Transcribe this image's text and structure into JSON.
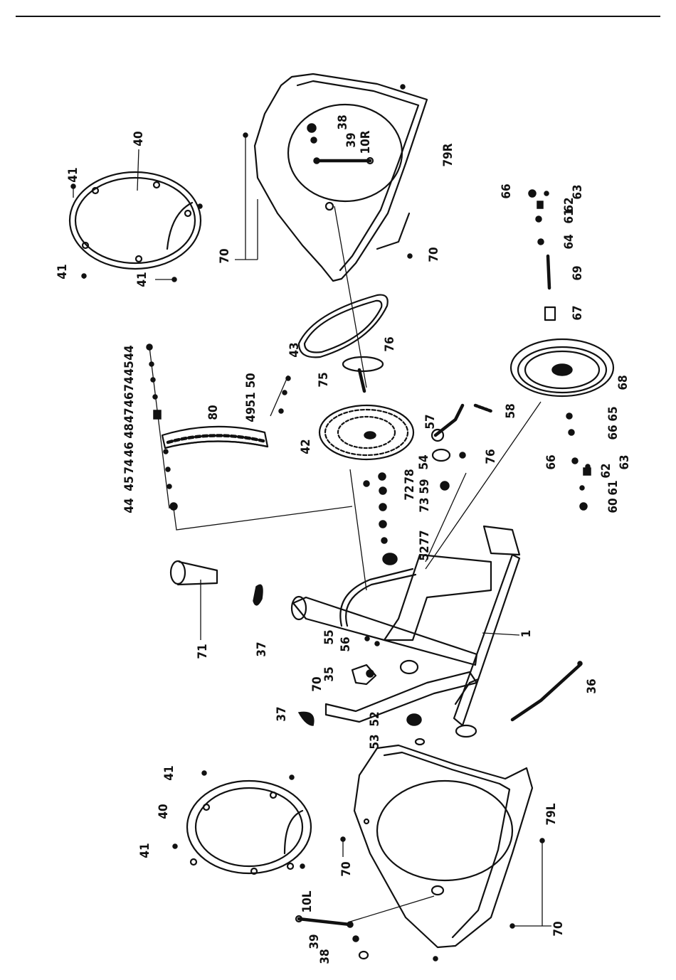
{
  "diagram": {
    "labels": [
      {
        "id": "l40a",
        "text": "40"
      },
      {
        "id": "l41a",
        "text": "41"
      },
      {
        "id": "l41b",
        "text": "41"
      },
      {
        "id": "l41c",
        "text": "41"
      },
      {
        "id": "l70a",
        "text": "70"
      },
      {
        "id": "l38a",
        "text": "38"
      },
      {
        "id": "l39a",
        "text": "39"
      },
      {
        "id": "l10R",
        "text": "10R"
      },
      {
        "id": "l79R",
        "text": "79R"
      },
      {
        "id": "l70b",
        "text": "70"
      },
      {
        "id": "l66a",
        "text": "66"
      },
      {
        "id": "l63a",
        "text": "63"
      },
      {
        "id": "l62a",
        "text": "62"
      },
      {
        "id": "l61a",
        "text": "61"
      },
      {
        "id": "l64",
        "text": "64"
      },
      {
        "id": "l69",
        "text": "69"
      },
      {
        "id": "l67",
        "text": "67"
      },
      {
        "id": "l68",
        "text": "68"
      },
      {
        "id": "l44a",
        "text": "44"
      },
      {
        "id": "l45a",
        "text": "45"
      },
      {
        "id": "l74a",
        "text": "74"
      },
      {
        "id": "l46a",
        "text": "46"
      },
      {
        "id": "l47",
        "text": "47"
      },
      {
        "id": "l48",
        "text": "48"
      },
      {
        "id": "l46b",
        "text": "46"
      },
      {
        "id": "l74b",
        "text": "74"
      },
      {
        "id": "l45b",
        "text": "45"
      },
      {
        "id": "l44b",
        "text": "44"
      },
      {
        "id": "l80",
        "text": "80"
      },
      {
        "id": "l50",
        "text": "50"
      },
      {
        "id": "l51",
        "text": "51"
      },
      {
        "id": "l49",
        "text": "49"
      },
      {
        "id": "l43",
        "text": "43"
      },
      {
        "id": "l76a",
        "text": "76"
      },
      {
        "id": "l75",
        "text": "75"
      },
      {
        "id": "l42",
        "text": "42"
      },
      {
        "id": "l57",
        "text": "57"
      },
      {
        "id": "l58",
        "text": "58"
      },
      {
        "id": "l76b",
        "text": "76"
      },
      {
        "id": "l54",
        "text": "54"
      },
      {
        "id": "l78",
        "text": "78"
      },
      {
        "id": "l59",
        "text": "59"
      },
      {
        "id": "l72",
        "text": "72"
      },
      {
        "id": "l73",
        "text": "73"
      },
      {
        "id": "l77",
        "text": "77"
      },
      {
        "id": "l52a",
        "text": "52"
      },
      {
        "id": "l65",
        "text": "65"
      },
      {
        "id": "l66b",
        "text": "66"
      },
      {
        "id": "l66c",
        "text": "66"
      },
      {
        "id": "l62b",
        "text": "62"
      },
      {
        "id": "l63b",
        "text": "63"
      },
      {
        "id": "l61b",
        "text": "61"
      },
      {
        "id": "l60",
        "text": "60"
      },
      {
        "id": "l71",
        "text": "71"
      },
      {
        "id": "l37a",
        "text": "37"
      },
      {
        "id": "l55",
        "text": "55"
      },
      {
        "id": "l56",
        "text": "56"
      },
      {
        "id": "l1",
        "text": "1"
      },
      {
        "id": "l70c",
        "text": "70"
      },
      {
        "id": "l35",
        "text": "35"
      },
      {
        "id": "l36",
        "text": "36"
      },
      {
        "id": "l37b",
        "text": "37"
      },
      {
        "id": "l52b",
        "text": "52"
      },
      {
        "id": "l53",
        "text": "53"
      },
      {
        "id": "l41d",
        "text": "41"
      },
      {
        "id": "l40b",
        "text": "40"
      },
      {
        "id": "l41e",
        "text": "41"
      },
      {
        "id": "l79L",
        "text": "79L"
      },
      {
        "id": "l70d",
        "text": "70"
      },
      {
        "id": "l70e",
        "text": "70"
      },
      {
        "id": "l10L",
        "text": "10L"
      },
      {
        "id": "l39b",
        "text": "39"
      },
      {
        "id": "l38b",
        "text": "38"
      }
    ]
  }
}
